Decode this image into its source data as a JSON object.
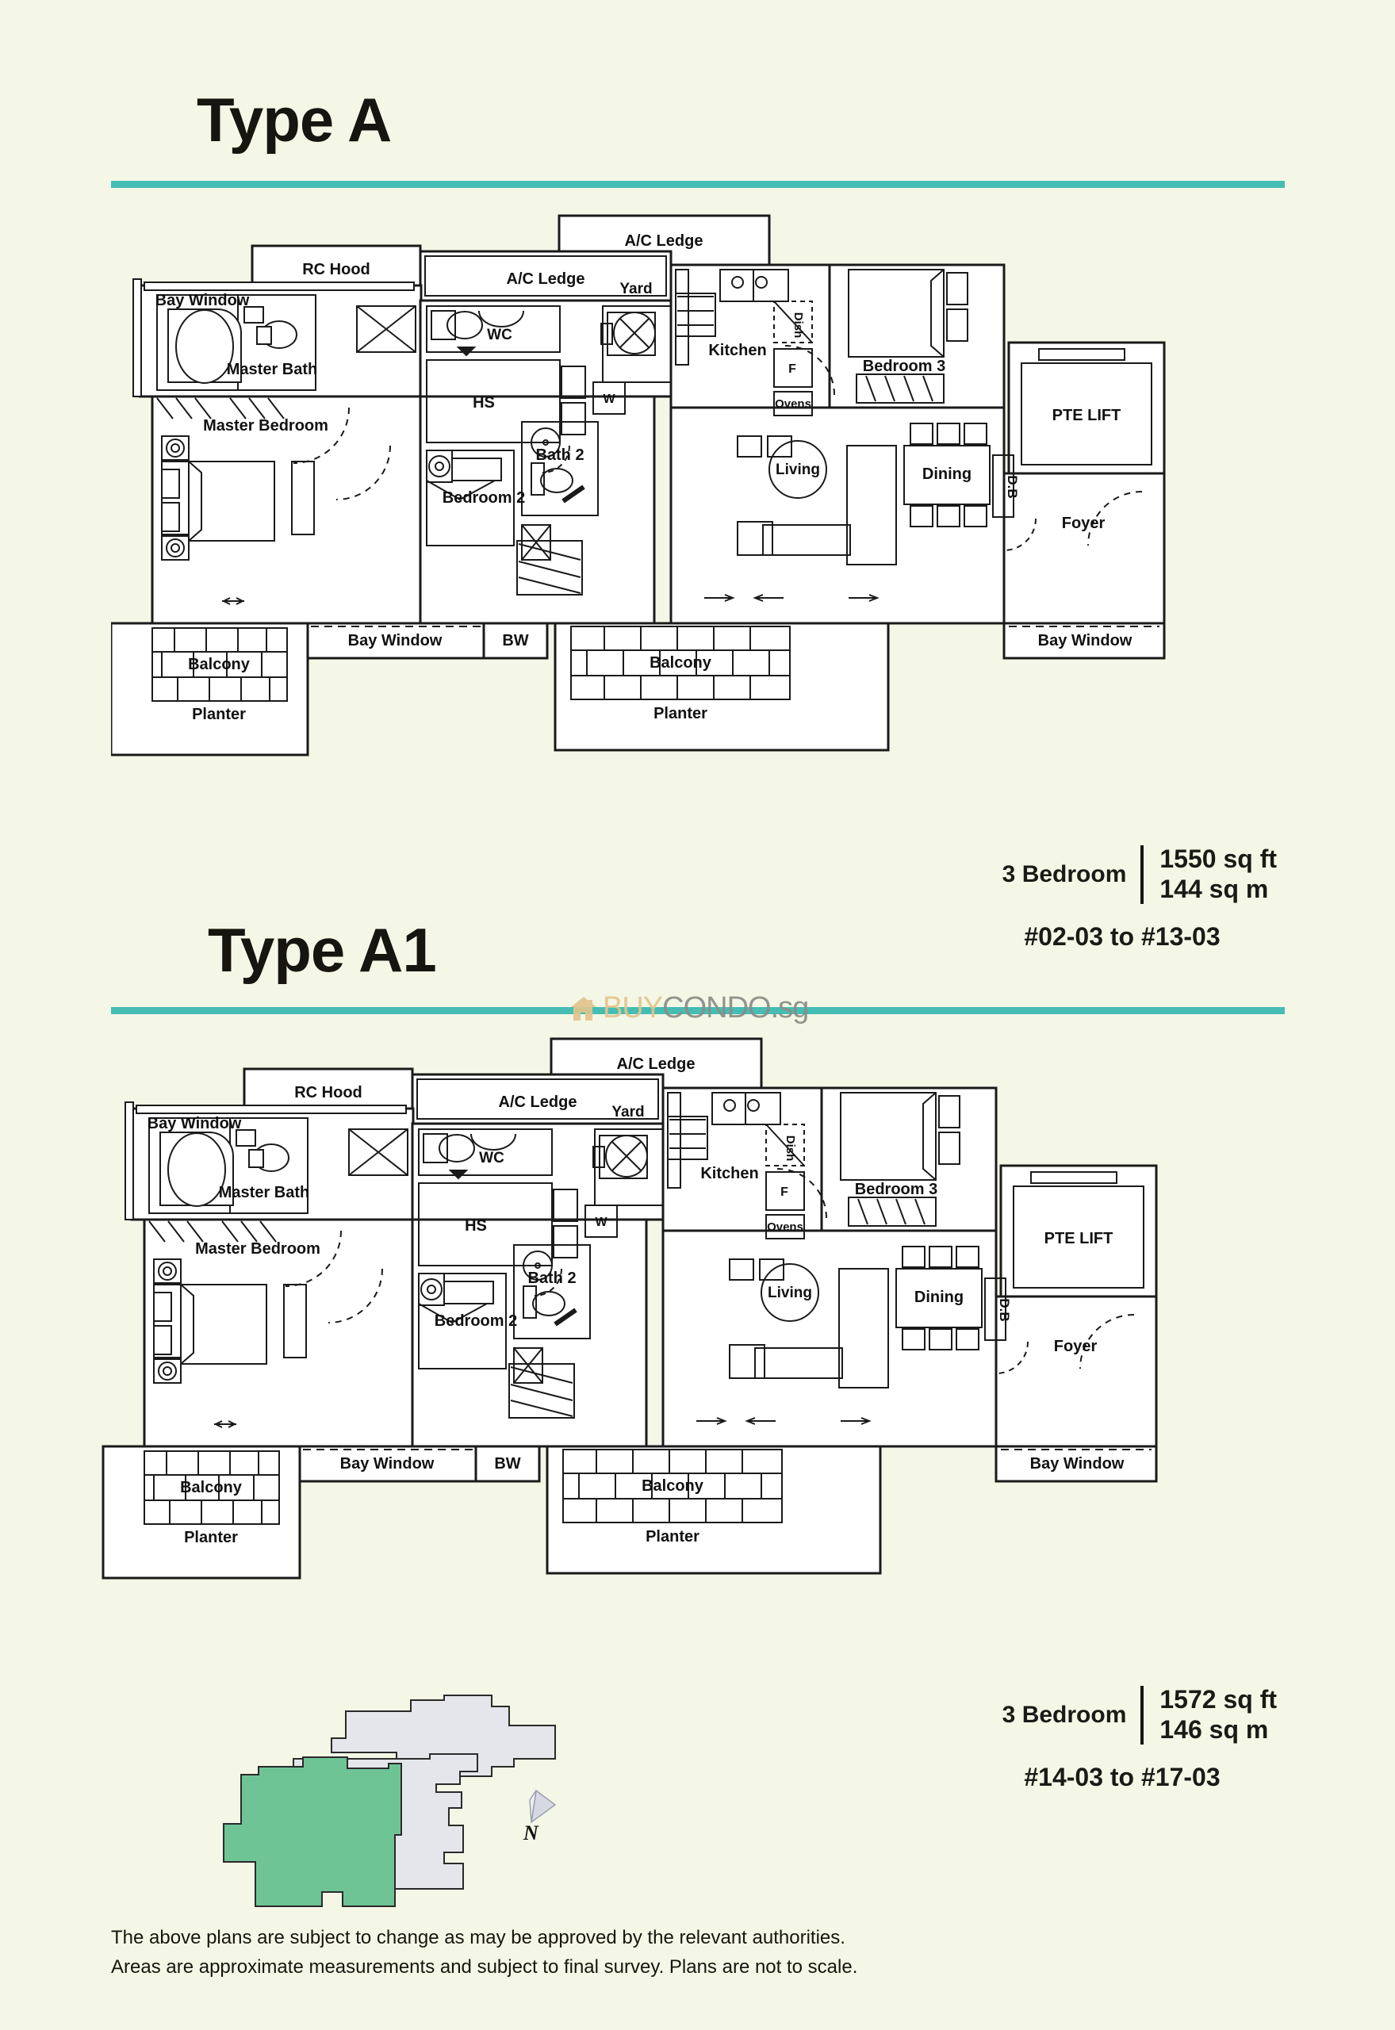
{
  "document": {
    "background_color": "#F4F7E6",
    "accent_color": "#46BDB4",
    "ink_color": "#17150f"
  },
  "watermark": {
    "icon": "house-icon",
    "part1": "BUY",
    "part2": "CONDO.sg",
    "color1": "#E3C58C",
    "color2": "#8A8D87"
  },
  "plans": [
    {
      "title": "Type A",
      "bedrooms": "3 Bedroom",
      "size_sqft": "1550 sq ft",
      "size_sqm": "144  sq m",
      "units": "#02-03 to #13-03",
      "labels": {
        "rc_hood": "RC Hood",
        "ac_ledge_top": "A/C Ledge",
        "ac_ledge_mid": "A/C Ledge",
        "bay_window_left": "Bay Window",
        "master_bath": "Master Bath",
        "master_bedroom": "Master Bedroom",
        "wc": "WC",
        "yard": "Yard",
        "hs": "HS",
        "w": "W",
        "kitchen": "Kitchen",
        "dish": "Dish",
        "fridge": "F",
        "ovens": "Ovens",
        "bedroom3": "Bedroom 3",
        "pte_lift": "PTE LIFT",
        "living": "Living",
        "dining": "Dining",
        "db": "D.B",
        "foyer": "Foyer",
        "bedroom2": "Bedroom 2",
        "bath2": "Bath 2",
        "bay_window_bottom": "Bay Window",
        "bw": "BW",
        "bay_window_right": "Bay Window",
        "balcony_left": "Balcony",
        "planter_left": "Planter",
        "balcony_right": "Balcony",
        "planter_right": "Planter"
      }
    },
    {
      "title": "Type A1",
      "bedrooms": "3 Bedroom",
      "size_sqft": "1572 sq ft",
      "size_sqm": "146  sq m",
      "units": "#14-03 to #17-03",
      "labels": {
        "rc_hood": "RC Hood",
        "ac_ledge_top": "A/C Ledge",
        "ac_ledge_mid": "A/C Ledge",
        "bay_window_left": "Bay Window",
        "master_bath": "Master Bath",
        "master_bedroom": "Master Bedroom",
        "wc": "WC",
        "yard": "Yard",
        "hs": "HS",
        "w": "W",
        "kitchen": "Kitchen",
        "dish": "Dish",
        "fridge": "F",
        "ovens": "Ovens",
        "bedroom3": "Bedroom 3",
        "pte_lift": "PTE LIFT",
        "living": "Living",
        "dining": "Dining",
        "db": "D.B",
        "foyer": "Foyer",
        "bedroom2": "Bedroom 2",
        "bath2": "Bath 2",
        "bay_window_bottom": "Bay Window",
        "bw": "BW",
        "bay_window_right": "Bay Window",
        "balcony_left": "Balcony",
        "planter_left": "Planter",
        "balcony_right": "Balcony",
        "planter_right": "Planter"
      }
    }
  ],
  "keyplan": {
    "north_label": "N",
    "highlight_color": "#6FC496",
    "block_color": "#E5E6EC"
  },
  "disclaimer": {
    "line1": "The above plans are subject to change as may be approved by the relevant authorities.",
    "line2": "Areas are approximate measurements and subject  to final survey. Plans are not to scale."
  }
}
